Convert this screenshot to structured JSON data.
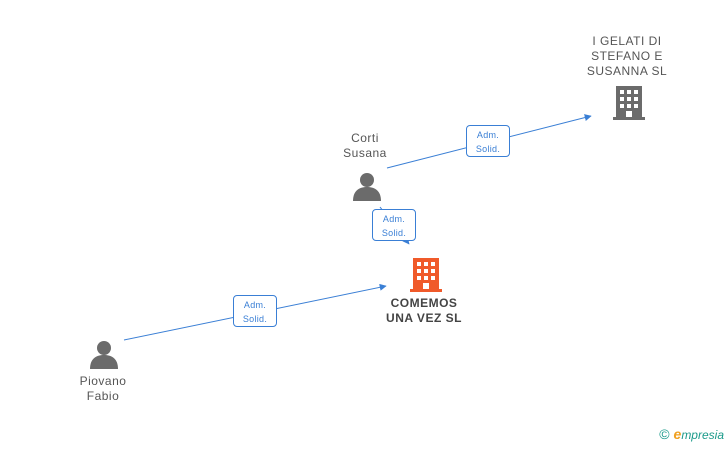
{
  "nodes": {
    "corti": {
      "label": "Corti\nSusana",
      "kind": "person",
      "color": "#6b6b6b"
    },
    "gelati": {
      "label": "I GELATI DI\nSTEFANO E\nSUSANNA SL",
      "kind": "company",
      "color": "#6b6b6b"
    },
    "comemos": {
      "label": "COMEMOS\nUNA VEZ  SL",
      "kind": "company",
      "color": "#f05a2a"
    },
    "piovano": {
      "label": "Piovano\nFabio",
      "kind": "person",
      "color": "#6b6b6b"
    }
  },
  "edges": [
    {
      "id": "corti-gelati",
      "line1": "Adm.",
      "line2": "Solid."
    },
    {
      "id": "corti-comemos",
      "line1": "Adm.",
      "line2": "Solid."
    },
    {
      "id": "piovano-comemos",
      "line1": "Adm.",
      "line2": "Solid."
    }
  ],
  "colors": {
    "edge": "#3a7fd5"
  },
  "brand": {
    "copyright": "©",
    "e": "e",
    "rest": "mpresia"
  }
}
